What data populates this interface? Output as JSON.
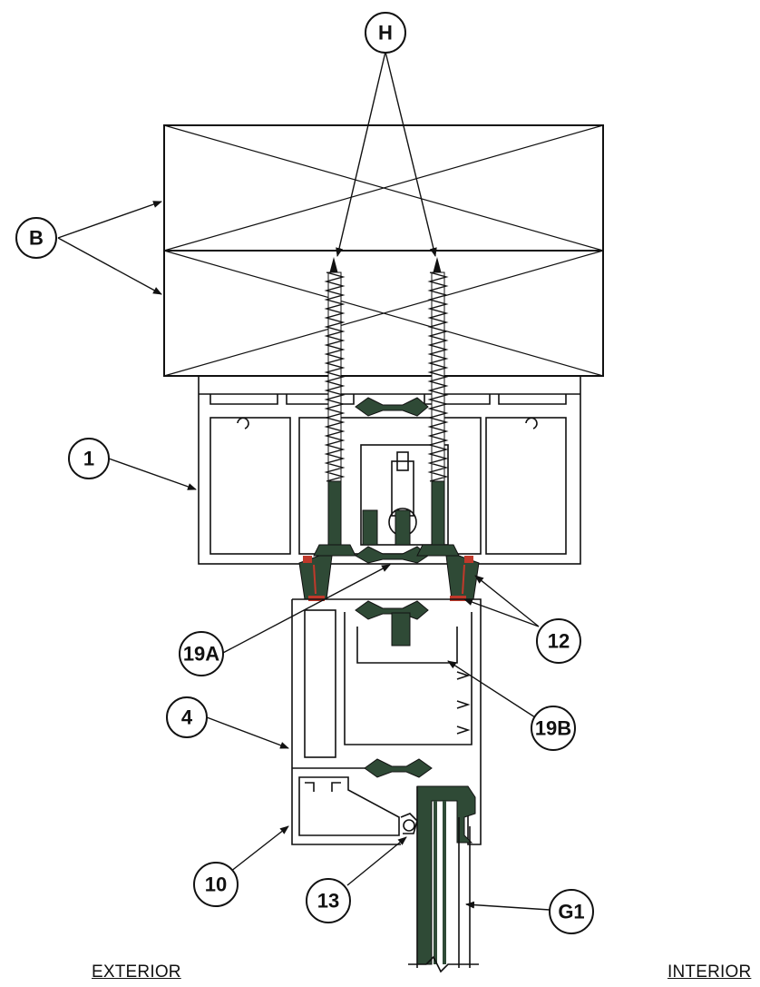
{
  "colors": {
    "line": "#111111",
    "thermal_break": "#2f4a36",
    "sealant": "#c0392b",
    "paper": "#ffffff"
  },
  "callouts": {
    "h": "H",
    "b": "B",
    "one": "1",
    "nineteen_a": "19A",
    "twelve": "12",
    "nineteen_b": "19B",
    "four": "4",
    "ten": "10",
    "thirteen": "13",
    "g1": "G1"
  },
  "labels": {
    "exterior": "EXTERIOR",
    "interior": "INTERIOR"
  }
}
